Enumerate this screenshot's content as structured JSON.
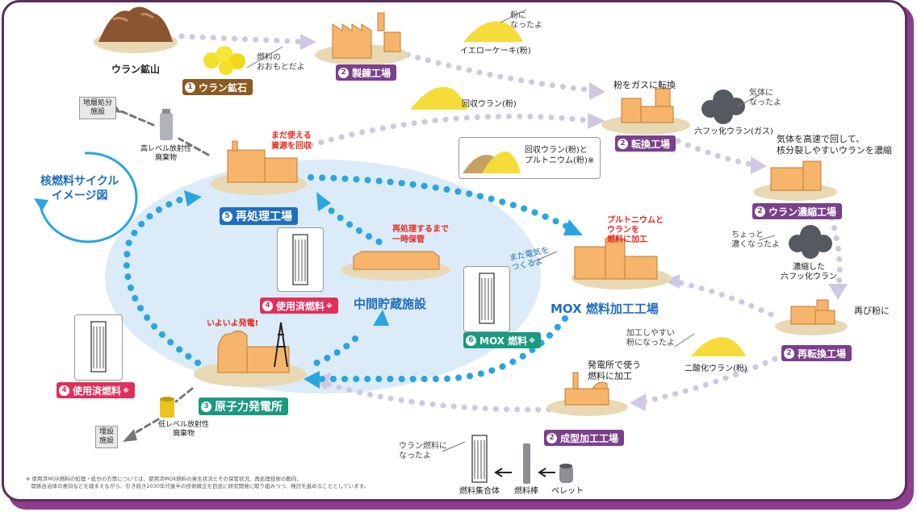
{
  "title": "核燃料サイクル\nイメージ図",
  "mine": {
    "label": "ウラン鉱山"
  },
  "ore": {
    "tag_num": "1",
    "tag": "ウラン鉱石",
    "speech": "燃料の\nおおもとだよ"
  },
  "refining": {
    "tag_num": "2",
    "tag": "製錬工場"
  },
  "yellowcake": {
    "label": "イエローケーキ(粉)",
    "speech": "粉に\nなったよ"
  },
  "conversion": {
    "heading": "粉をガスに転換",
    "tag_num": "2",
    "tag": "転換工場"
  },
  "uf6": {
    "label": "六フッ化ウラン(ガス)",
    "speech": "気体に\nなったよ"
  },
  "enrichment": {
    "heading": "気体を高速で回して、\n核分裂しやすいウランを濃縮",
    "tag_num": "2",
    "tag": "ウラン濃縮工場"
  },
  "enriched_uf6": {
    "label": "濃縮した\n六フッ化ウラン",
    "speech": "ちょっと\n濃くなったよ"
  },
  "reconversion": {
    "heading": "再び粉に",
    "tag_num": "2",
    "tag": "再転換工場"
  },
  "uo2": {
    "label": "二酸化ウラン(粉)",
    "speech": "加工しやすい\n粉になったよ"
  },
  "fabrication": {
    "heading": "発電所で使う\n燃料に加工",
    "tag_num": "2",
    "tag": "成型加工工場"
  },
  "pellet": {
    "label": "ペレット"
  },
  "fuel_rod": {
    "label": "燃料棒"
  },
  "fuel_assembly": {
    "label": "燃料集合体",
    "speech": "ウラン燃料に\nなったよ"
  },
  "power_plant": {
    "tag_num": "3",
    "tag": "原子力発電所",
    "red": "いよいよ発電!"
  },
  "low_level_waste": {
    "label": "低レベル放射性\n廃棄物"
  },
  "burial": {
    "label": "埋設\n施設"
  },
  "spent_fuel_left": {
    "tag_num": "4",
    "tag": "使用済燃料",
    "mark": "※"
  },
  "spent_fuel_center": {
    "tag_num": "4",
    "tag": "使用済燃料",
    "mark": "※"
  },
  "reprocessing": {
    "tag_num": "5",
    "tag": "再処理工場",
    "red": "まだ使える\n資源を回収"
  },
  "recovered_uranium": {
    "label": "回収ウラン(粉)"
  },
  "high_level_waste": {
    "label": "高レベル放射性\n廃棄物"
  },
  "geological": {
    "label": "地層処分\n施設"
  },
  "interim_storage": {
    "label": "中間貯蔵施設",
    "red": "再処理するまで\n一時保管"
  },
  "pu_u_powder": {
    "label": "回収ウラン(粉)と\nプルトニウム(粉)※"
  },
  "mox_plant": {
    "label": "MOX 燃料加工工場",
    "red": "プルトニウムと\nウランを\n燃料に加工",
    "speech": "また電気を\nつくるよ"
  },
  "mox_fuel": {
    "tag_num": "6",
    "tag": "MOX 燃料",
    "mark": "※"
  },
  "footnote": "※ 使用済MOX燃料の処理・処分の方策については、使用済MOX燃料の発生状況とその保管状況、再処理技術の動向、\n　関係自治体の意向などを踏まえながら、引き続き2030年代後半の技術確立を目途に研究開発に取り組みつつ、検討を進めることとしています。",
  "colors": {
    "building": "#f6b56b",
    "ground": "#e8d8b4",
    "dot": "#29a6e0",
    "grey_dot": "#c9c3da",
    "purple": "#7b3f8c"
  }
}
